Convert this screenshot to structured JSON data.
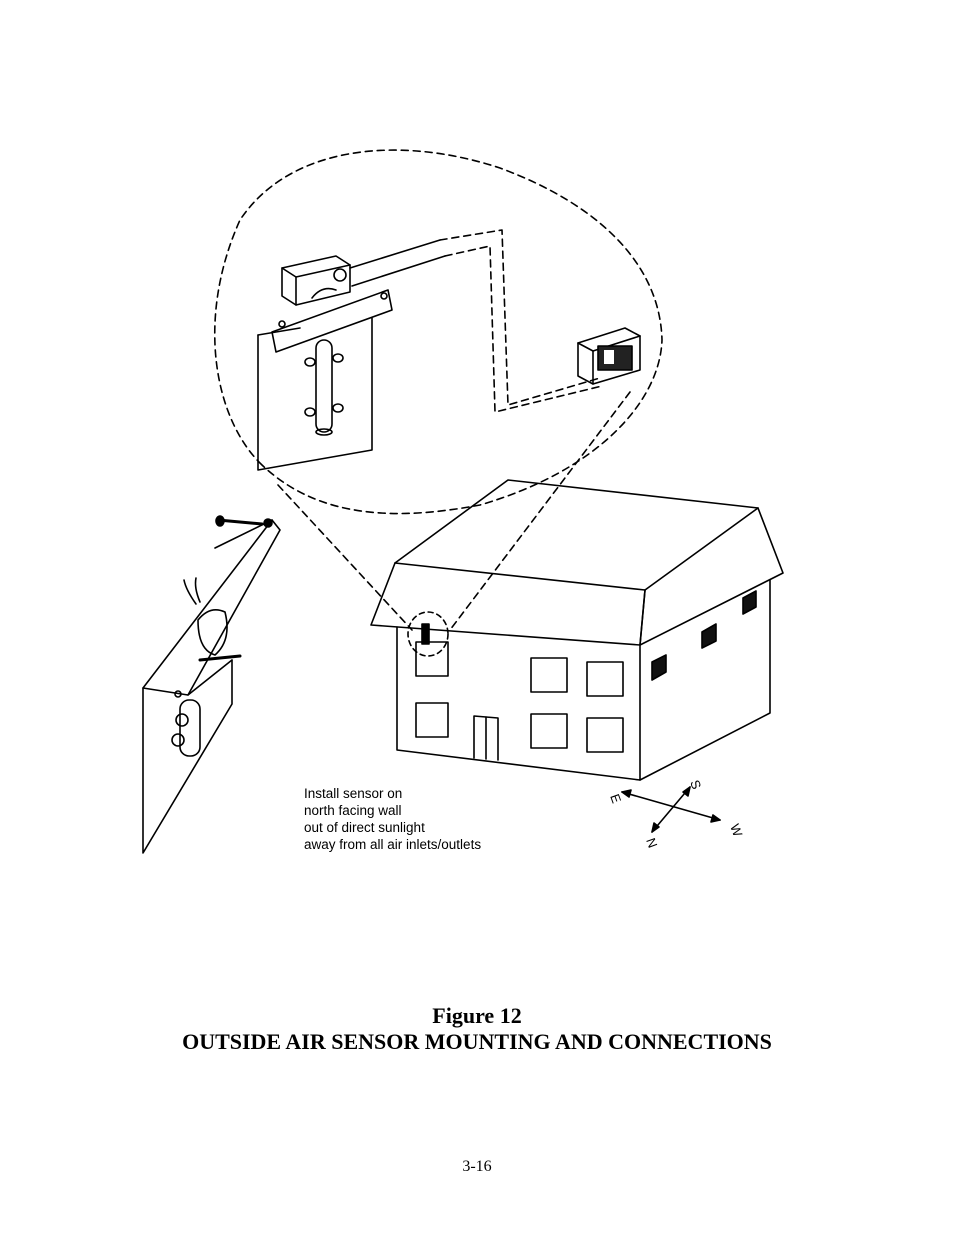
{
  "install_note": {
    "lines": [
      "Install sensor on",
      "north facing wall",
      "out of direct sunlight",
      "away from all air inlets/outlets"
    ]
  },
  "compass": {
    "east": "E",
    "south": "S",
    "west": "W",
    "north": "N"
  },
  "caption": {
    "figure_number": "Figure 12",
    "figure_title": "OUTSIDE AIR SENSOR MOUNTING AND CONNECTIONS"
  },
  "page_number": "3-16",
  "icons": [
    "sensor-bracket-icon",
    "screw-icon",
    "controller-icon",
    "house-icon",
    "compass-icon"
  ]
}
